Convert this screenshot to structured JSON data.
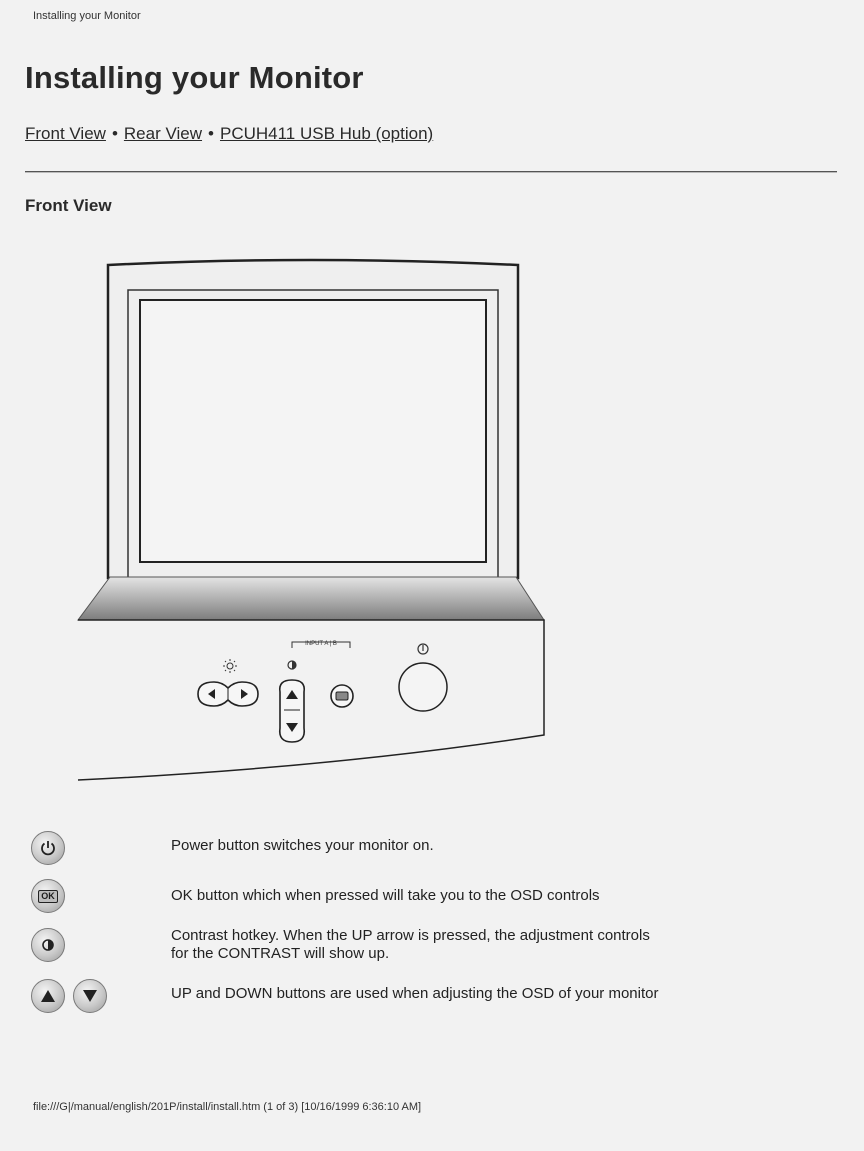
{
  "header": {
    "title": "Installing your Monitor"
  },
  "page": {
    "title": "Installing your Monitor",
    "nav": [
      {
        "label": "Front View"
      },
      {
        "label": "Rear View"
      },
      {
        "label": "PCUH411 USB Hub (option)"
      }
    ],
    "nav_separator": "•",
    "section_heading": "Front View"
  },
  "monitor": {
    "input_label": "INPUT A | B",
    "icons": [
      "brightness-icon",
      "contrast-icon",
      "power-icon",
      "left-arrow-icon",
      "right-arrow-icon",
      "up-arrow-icon",
      "down-arrow-icon",
      "ok-icon"
    ]
  },
  "legend": [
    {
      "icon": "power-icon",
      "text": "Power button switches your monitor on."
    },
    {
      "icon": "ok-icon",
      "icon_label": "OK",
      "text": "OK button which when pressed will take you to the OSD controls"
    },
    {
      "icon": "contrast-icon",
      "text_line1": "Contrast hotkey. When the UP arrow is pressed, the adjustment controls",
      "text_line2": "for the CONTRAST will show up."
    },
    {
      "icons": [
        "up-arrow-icon",
        "down-arrow-icon"
      ],
      "text": "UP and DOWN buttons are used when adjusting the OSD of your monitor"
    }
  ],
  "footer": {
    "text": "file:///G|/manual/english/201P/install/install.htm (1 of 3) [10/16/1999 6:36:10 AM]"
  }
}
